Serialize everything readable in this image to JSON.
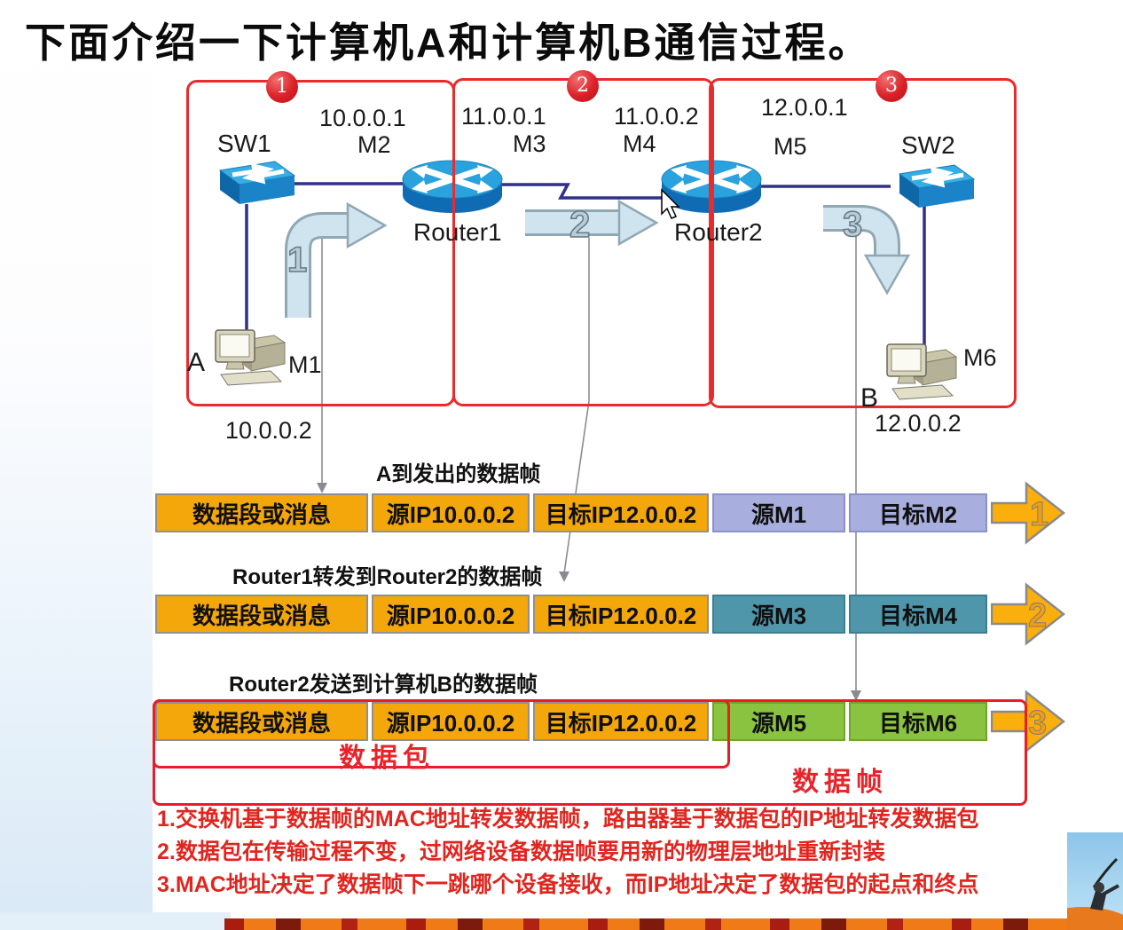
{
  "title": "下面介绍一下计算机A和计算机B通信过程。",
  "topology": {
    "badges": [
      "1",
      "2",
      "3"
    ],
    "devices": {
      "sw1": "SW1",
      "sw2": "SW2",
      "router1": "Router1",
      "router2": "Router2",
      "host_a": "A",
      "host_b": "B"
    },
    "macs": {
      "m1": "M1",
      "m2": "M2",
      "m3": "M3",
      "m4": "M4",
      "m5": "M5",
      "m6": "M6"
    },
    "ips": {
      "router1_lan": "10.0.0.1",
      "router1_wan": "11.0.0.1",
      "router2_wan": "11.0.0.2",
      "router2_lan": "12.0.0.1",
      "host_a": "10.0.0.2",
      "host_b": "12.0.0.2"
    },
    "step_arrows": [
      "1",
      "2",
      "3"
    ]
  },
  "frames": [
    {
      "title": "A到发出的数据帧",
      "cells": [
        "数据段或消息",
        "源IP10.0.0.2",
        "目标IP12.0.0.2",
        "源M1",
        "目标M2"
      ],
      "step": "1"
    },
    {
      "title": "Router1转发到Router2的数据帧",
      "cells": [
        "数据段或消息",
        "源IP10.0.0.2",
        "目标IP12.0.0.2",
        "源M3",
        "目标M4"
      ],
      "step": "2"
    },
    {
      "title": "Router2发送到计算机B的数据帧",
      "cells": [
        "数据段或消息",
        "源IP10.0.0.2",
        "目标IP12.0.0.2",
        "源M5",
        "目标M6"
      ],
      "step": "3"
    }
  ],
  "overlays": {
    "packet": "数据包",
    "frame": "数据帧"
  },
  "notes": [
    "1.交换机基于数据帧的MAC地址转发数据帧，路由器基于数据包的IP地址转发数据包",
    "2.数据包在传输过程不变，过网络设备数据帧要用新的物理层地址重新封装",
    "3.MAC地址决定了数据帧下一跳哪个设备接收，而IP地址决定了数据包的起点和终点"
  ],
  "colors": {
    "accent_red": "#e8242b",
    "cell_orange": "#f4a70b",
    "mac_row1": "#a8aedd",
    "mac_row2": "#4f96aa",
    "mac_row3": "#8ac340",
    "arrow_orange": "#fbaf0c",
    "link_navy": "#31318a",
    "flow_arrow_blue": "#cfe4ee"
  }
}
